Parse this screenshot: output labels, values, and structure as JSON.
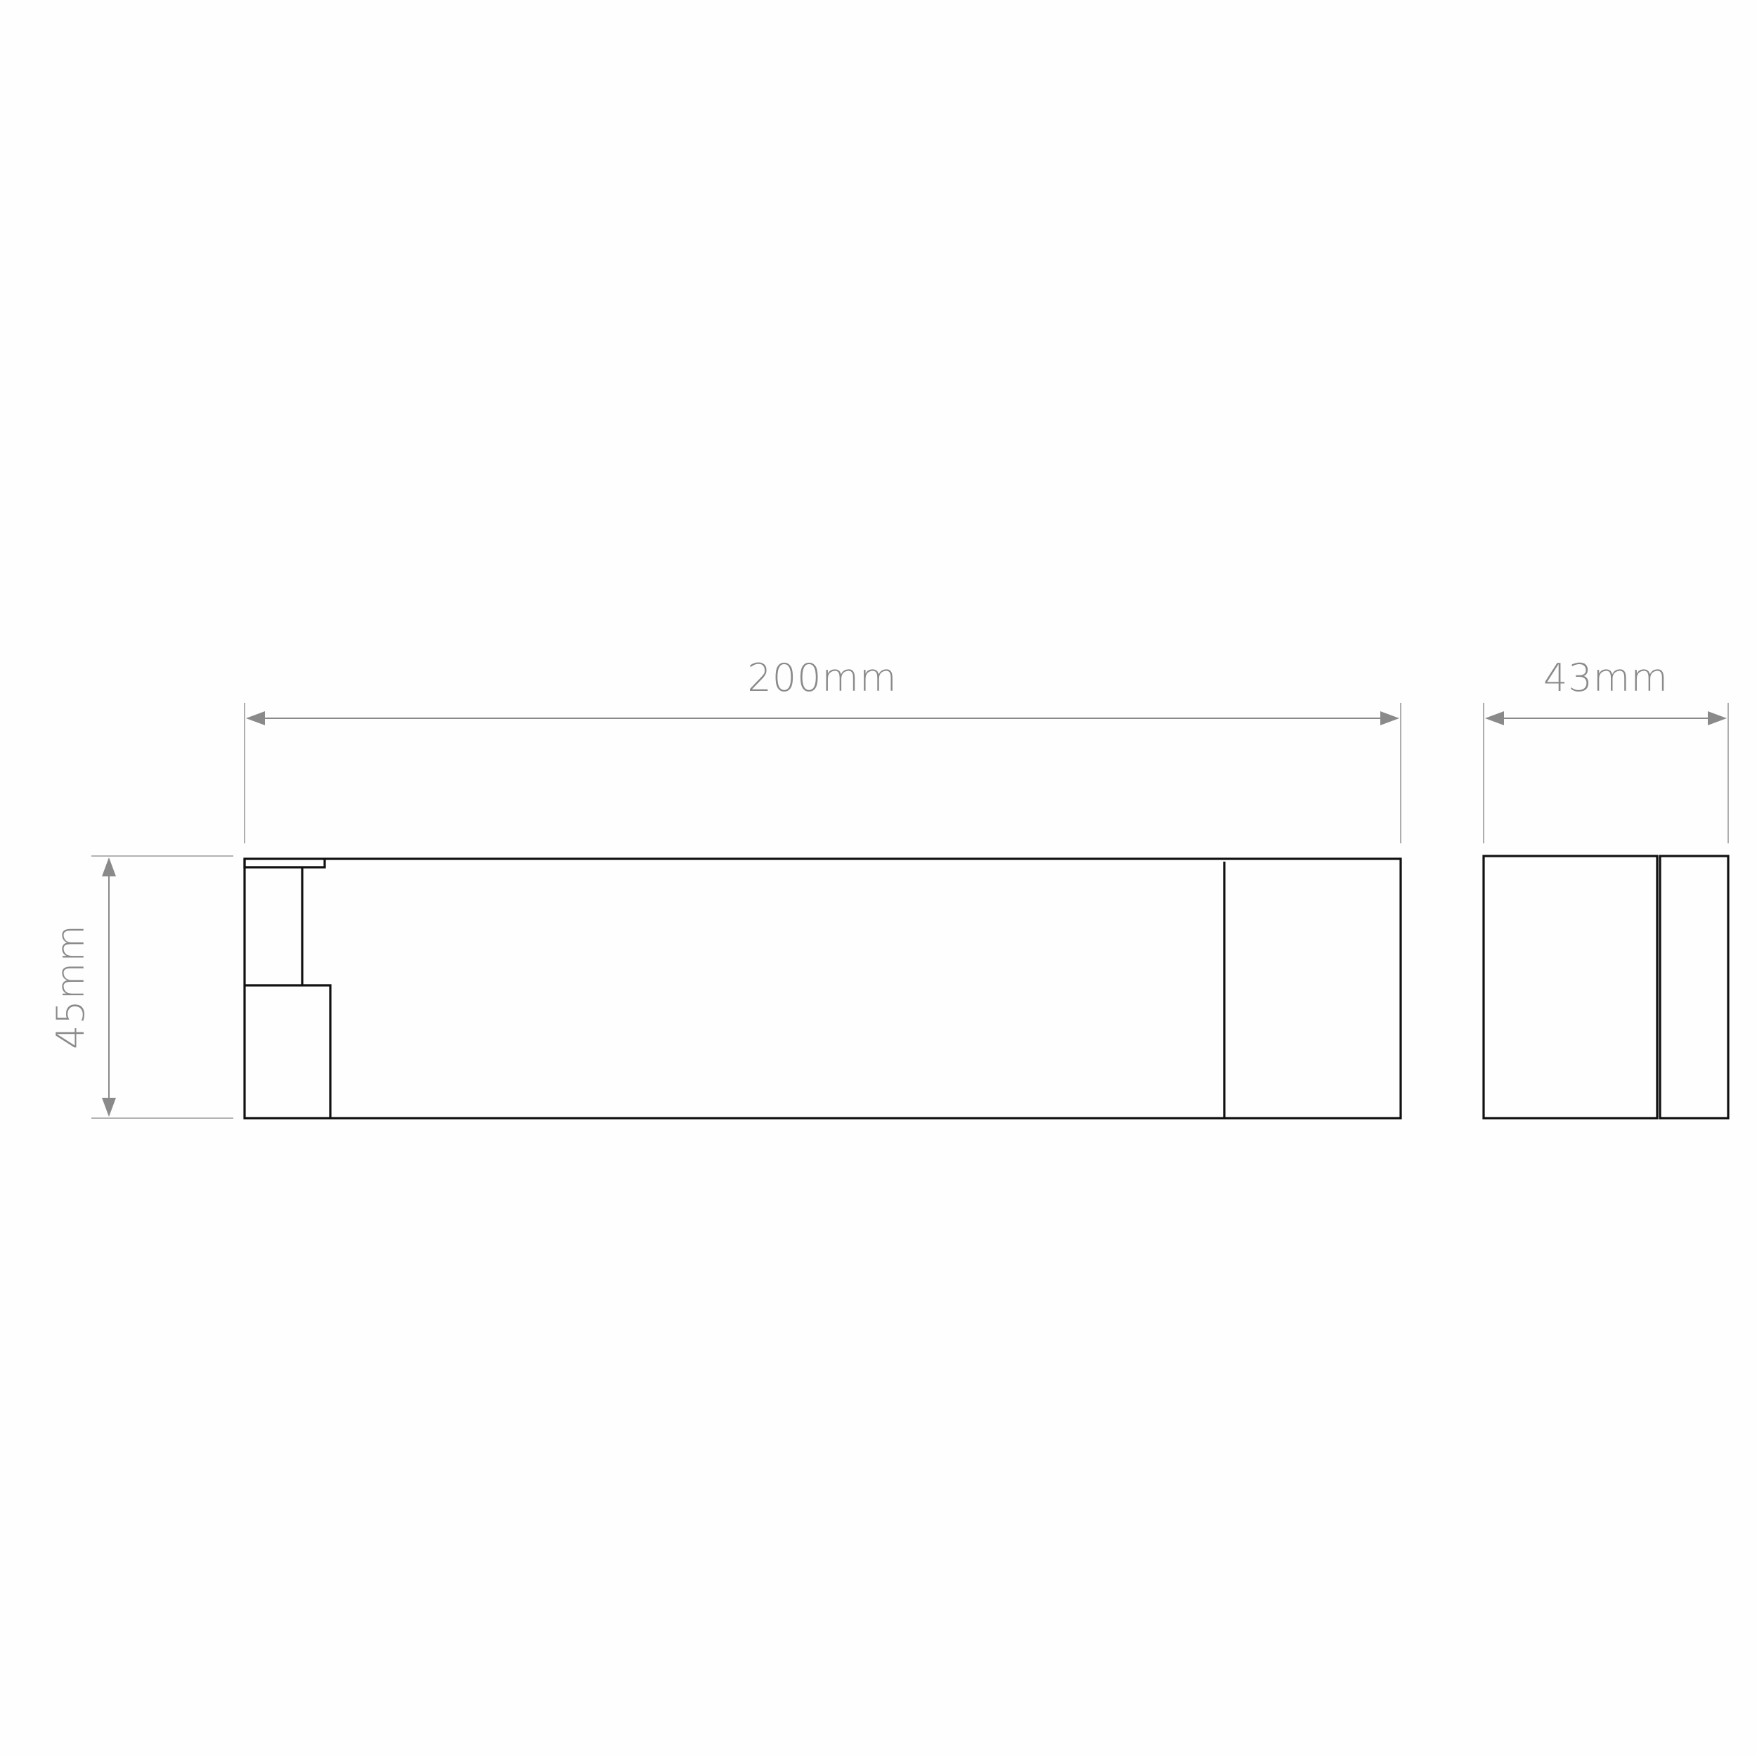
{
  "dimensions": {
    "length": "200mm",
    "width": "43mm",
    "height": "45mm"
  },
  "colors": {
    "background": "#fefefe",
    "outline": "#111111",
    "dimension": "#8a8a8a"
  }
}
